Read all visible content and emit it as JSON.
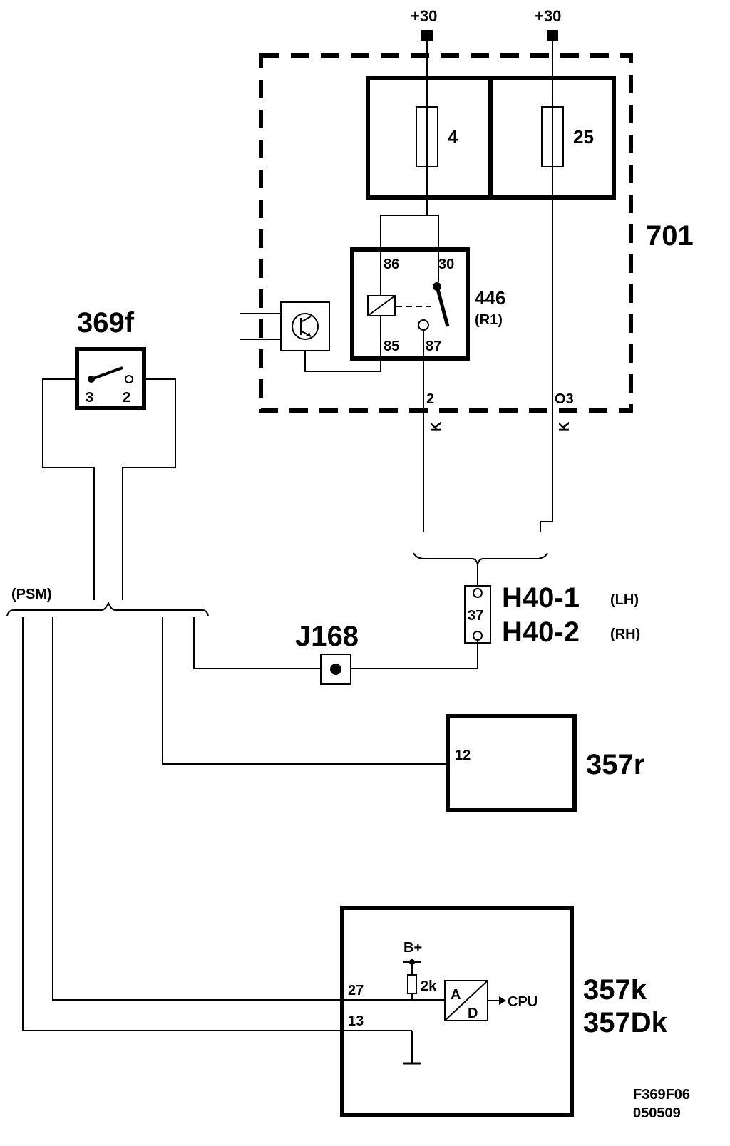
{
  "supply": {
    "left": "+30",
    "right": "+30"
  },
  "fuse_box": {
    "id": "701",
    "fuse_left": "4",
    "fuse_right": "25"
  },
  "relay": {
    "id": "446",
    "sub": "(R1)",
    "pin86": "86",
    "pin30": "30",
    "pin85": "85",
    "pin87": "87"
  },
  "wires": {
    "left_num": "2",
    "left_letter": "K",
    "right_num": "O3",
    "right_letter": "K"
  },
  "connector": {
    "pin": "37",
    "id1": "H40-1",
    "id2": "H40-2",
    "side1": "(LH)",
    "side2": "(RH)"
  },
  "switch": {
    "id": "369f",
    "pin3": "3",
    "pin2": "2"
  },
  "psm": {
    "label": "(PSM)"
  },
  "junction": {
    "id": "J168"
  },
  "module_r": {
    "id": "357r",
    "pin": "12"
  },
  "module_k": {
    "id1": "357k",
    "id2": "357Dk",
    "pin27": "27",
    "pin13": "13",
    "bplus": "B+",
    "resistor": "2k",
    "adc_a": "A",
    "adc_d": "D",
    "cpu": "CPU"
  },
  "footer": {
    "code": "F369F06",
    "date": "050509"
  }
}
